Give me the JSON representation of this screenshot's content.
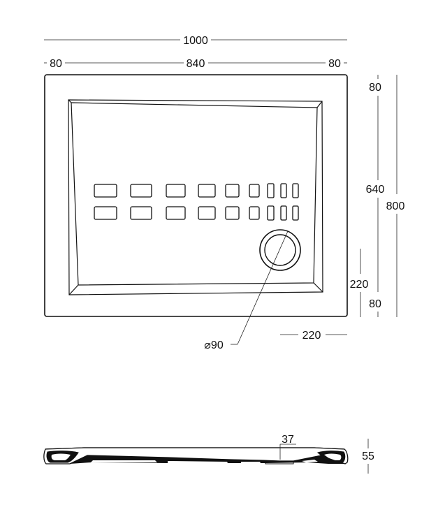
{
  "drawing": {
    "plan_view": {
      "dimensions": {
        "overall_width": "1000",
        "left_rim": "80",
        "inner_width": "840",
        "right_rim": "80",
        "top_rim": "80",
        "inner_depth": "640",
        "overall_depth": "800",
        "drain_from_bottom": "220",
        "bottom_rim": "80",
        "drain_from_right": "220",
        "drain_diameter": "⌀90"
      }
    },
    "section_view": {
      "dimensions": {
        "depth_label": "37",
        "height_label": "55"
      }
    }
  }
}
